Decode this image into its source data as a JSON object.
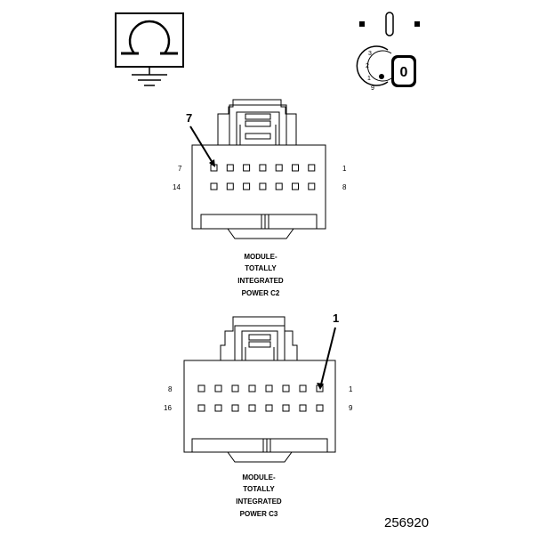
{
  "figure_id": "256920",
  "ground_symbol": {
    "glyph": "Ω"
  },
  "ignition_key": {
    "positions": [
      "3",
      "2",
      "1",
      "9"
    ],
    "key_label": "0"
  },
  "connectors": [
    {
      "id": "c2",
      "caption_lines": [
        "MODULE-",
        "TOTALLY",
        "INTEGRATED",
        "POWER C2"
      ],
      "pin_labels": {
        "top_left": "7",
        "top_right": "1",
        "bottom_left": "14",
        "bottom_right": "8"
      },
      "callout": "7"
    },
    {
      "id": "c3",
      "caption_lines": [
        "MODULE-",
        "TOTALLY",
        "INTEGRATED",
        "POWER C3"
      ],
      "pin_labels": {
        "top_left": "8",
        "top_right": "1",
        "bottom_left": "16",
        "bottom_right": "9"
      },
      "callout": "1"
    }
  ]
}
